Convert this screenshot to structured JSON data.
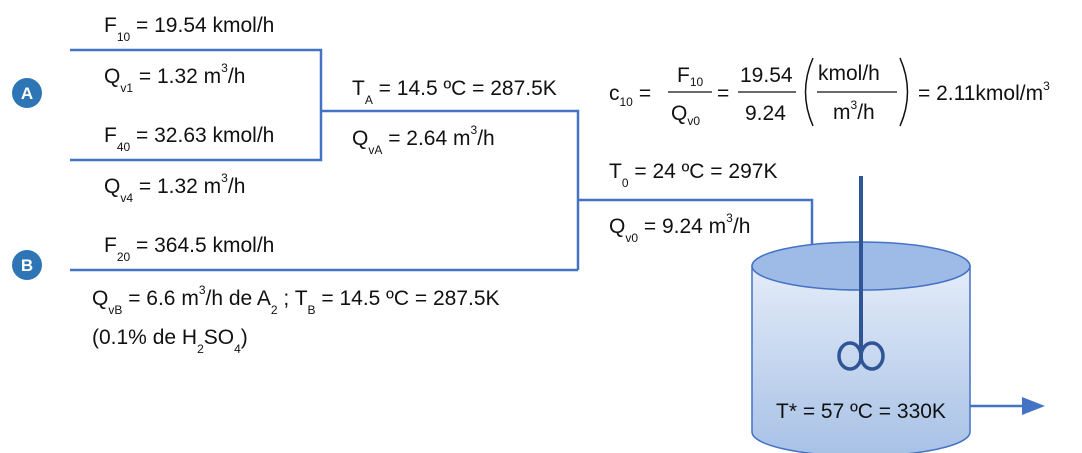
{
  "colors": {
    "line": "#4472C4",
    "badge": "#2E75B6",
    "tank_top": "#9DBBE6",
    "tank_body_light": "#E4ECF8",
    "tank_body_dark": "#A7C1E6",
    "stirrer": "#2F5597"
  },
  "badges": {
    "a": "A",
    "b": "B"
  },
  "eq": {
    "lhs_c": "c",
    "lhs_c_sub": "10",
    "eq1": "=",
    "f_num": "F",
    "f_num_sub": "10",
    "q_den": "Q",
    "q_den_sub": "v0",
    "eq2": "=",
    "num_val": "19.54",
    "den_val": "9.24",
    "unit_num": "kmol/h",
    "unit_den_a": "m",
    "unit_den_exp": "3",
    "unit_den_b": "/h",
    "result": "= 2.11kmol/m",
    "result_exp": "3"
  },
  "labels": {
    "f10": {
      "a": "F",
      "sub": "10",
      "b": " = 19.54 kmol/h"
    },
    "qv1": {
      "a": "Q",
      "sub": "v1",
      "b": " = 1.32 m",
      "exp": "3",
      "c": "/h"
    },
    "f40": {
      "a": "F",
      "sub": "40",
      "b": " = 32.63 kmol/h"
    },
    "qv4": {
      "a": "Q",
      "sub": "v4",
      "b": " = 1.32 m",
      "exp": "3",
      "c": "/h"
    },
    "f20": {
      "a": "F",
      "sub": "20",
      "b": " = 364.5 kmol/h"
    },
    "qvb": {
      "a": "Q",
      "sub": "vB",
      "b": " = 6.6 m",
      "exp": "3",
      "c": "/h de A",
      "sub2": "2",
      "d": " ;  T",
      "sub3": "B",
      "e": " = 14.5 ºC = 287.5K"
    },
    "h2so4": {
      "a": "(0.1% de H",
      "sub": "2",
      "b": "SO",
      "sub2": "4",
      "c": ")"
    },
    "ta": {
      "a": "T",
      "sub": "A",
      "b": " = 14.5 ºC = 287.5K"
    },
    "qva": {
      "a": "Q",
      "sub": "vA",
      "b": " = 2.64 m",
      "exp": "3",
      "c": "/h"
    },
    "t0": {
      "a": "T",
      "sub": "0",
      "b": " = 24 ºC = 297K"
    },
    "qv0": {
      "a": "Q",
      "sub": "v0",
      "b": " = 9.24 m",
      "exp": "3",
      "c": "/h"
    },
    "tstar": "T* = 57 ºC = 330K"
  }
}
